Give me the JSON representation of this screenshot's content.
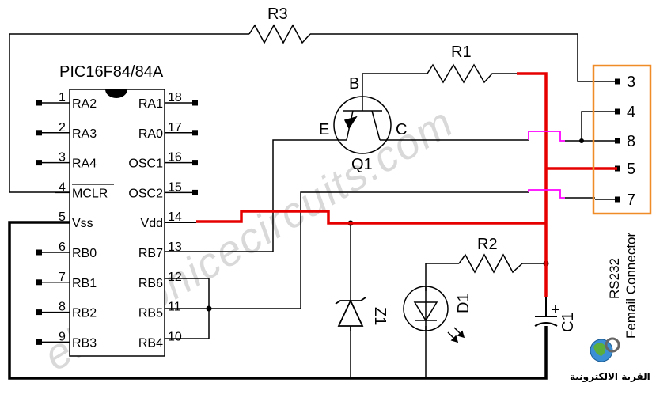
{
  "diagram": {
    "ic": {
      "title": "PIC16F84/84A",
      "left_pins": [
        {
          "num": "1",
          "name": "RA2"
        },
        {
          "num": "2",
          "name": "RA3"
        },
        {
          "num": "3",
          "name": "RA4"
        },
        {
          "num": "4",
          "name": "MCLR"
        },
        {
          "num": "5",
          "name": "Vss"
        },
        {
          "num": "6",
          "name": "RB0"
        },
        {
          "num": "7",
          "name": "RB1"
        },
        {
          "num": "8",
          "name": "RB2"
        },
        {
          "num": "9",
          "name": "RB3"
        }
      ],
      "right_pins": [
        {
          "num": "18",
          "name": "RA1"
        },
        {
          "num": "17",
          "name": "RA0"
        },
        {
          "num": "16",
          "name": "OSC1"
        },
        {
          "num": "15",
          "name": "OSC2"
        },
        {
          "num": "14",
          "name": "Vdd"
        },
        {
          "num": "13",
          "name": "RB7"
        },
        {
          "num": "12",
          "name": "RB6"
        },
        {
          "num": "11",
          "name": "RB5"
        },
        {
          "num": "10",
          "name": "RB4"
        }
      ]
    },
    "components": {
      "r1": "R1",
      "r2": "R2",
      "r3": "R3",
      "q1": "Q1",
      "q1_b": "B",
      "q1_e": "E",
      "q1_c": "C",
      "d1": "D1",
      "z1": "Z1",
      "c1": "C1",
      "c1_plus": "+"
    },
    "connector": {
      "pins": [
        "3",
        "4",
        "8",
        "5",
        "7"
      ],
      "label_line1": "RS232",
      "label_line2": "Femail Connector"
    },
    "watermark": "electronicecircuits.com",
    "logo_text": "القرية الالكترونية",
    "colors": {
      "wire": "#000000",
      "power": "#e60000",
      "jumper": "#ff00ff",
      "connector_box": "#f08c28",
      "ic_notch": "#000000"
    }
  }
}
